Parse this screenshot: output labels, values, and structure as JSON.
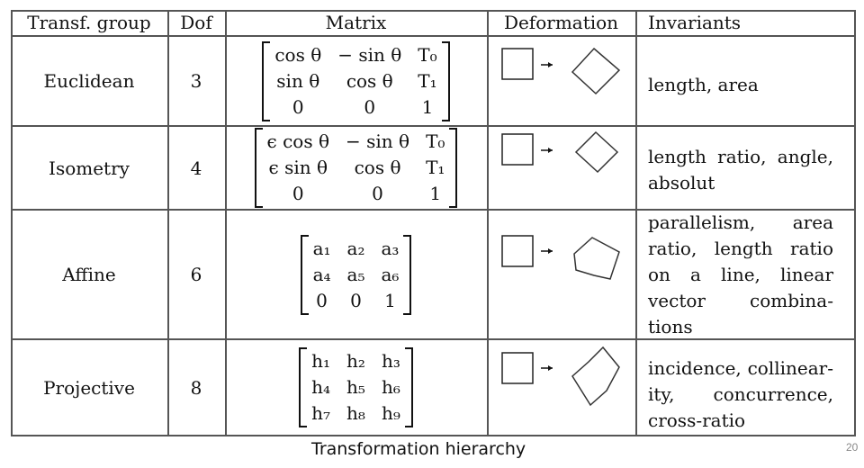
{
  "headers": [
    "Transf. group",
    "Dof",
    "Matrix",
    "Deformation",
    "Invariants"
  ],
  "rows": [
    {
      "group": "Euclidean",
      "dof": "3",
      "matrix": [
        "cos θ",
        "− sin θ",
        "T₀",
        "sin θ",
        "cos θ",
        "T₁",
        "0",
        "0",
        "1"
      ],
      "invariants": [
        "length, area"
      ]
    },
    {
      "group": "Isometry",
      "dof": "4",
      "matrix": [
        "ϵ cos θ",
        "− sin θ",
        "T₀",
        "ϵ sin θ",
        "cos θ",
        "T₁",
        "0",
        "0",
        "1"
      ],
      "invariants": [
        "length ratio, angle,",
        "absolut"
      ]
    },
    {
      "group": "Affine",
      "dof": "6",
      "matrix": [
        "a₁",
        "a₂",
        "a₃",
        "a₄",
        "a₅",
        "a₆",
        "0",
        "0",
        "1"
      ],
      "invariants": [
        "parallelism, area",
        "ratio, length ratio",
        "on a line, linear",
        "vector combina-",
        "tions"
      ]
    },
    {
      "group": "Projective",
      "dof": "8",
      "matrix": [
        "h₁",
        "h₂",
        "h₃",
        "h₄",
        "h₅",
        "h₆",
        "h₇",
        "h₈",
        "h₉"
      ],
      "invariants": [
        "incidence, collinear-",
        "ity, concurrence,",
        "cross-ratio"
      ]
    }
  ],
  "caption": "Transformation hierarchy",
  "page_number": "20"
}
